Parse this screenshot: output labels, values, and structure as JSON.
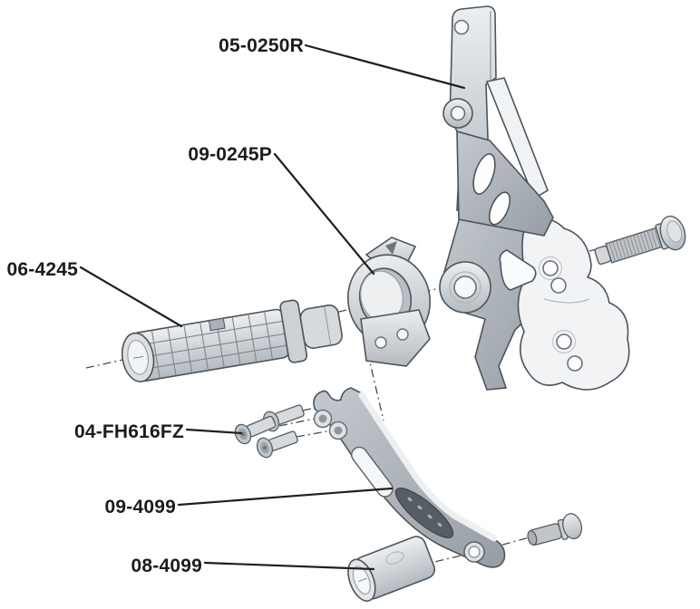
{
  "diagram": {
    "type": "exploded-parts-diagram",
    "subject": "motorcycle rearset footpeg bracket assembly",
    "background": "#ffffff",
    "labels": [
      {
        "id": "05-0250R",
        "text": "05-0250R",
        "points_to": "tall-mounting-bracket"
      },
      {
        "id": "09-0245P",
        "text": "09-0245P",
        "points_to": "peg-clamp-collar"
      },
      {
        "id": "06-4245",
        "text": "06-4245",
        "points_to": "knurled-footpeg"
      },
      {
        "id": "04-FH616FZ",
        "text": "04-FH616FZ",
        "points_to": "flat-head-screws"
      },
      {
        "id": "09-4099",
        "text": "09-4099",
        "points_to": "shift-lever-arm"
      },
      {
        "id": "08-4099",
        "text": "08-4099",
        "points_to": "spacer-cylinder"
      }
    ],
    "unlabeled_parts": [
      "large-threaded-bolt",
      "small-button-bolt"
    ],
    "colors": {
      "outline": "#4d545b",
      "metal_light": "#f1f3f5",
      "metal_mid": "#c7ccd1",
      "metal_dark": "#9aa1a7",
      "label_text": "#1c1c1e",
      "leader_line": "#1f1f1f",
      "centerline": "#4a4a4a",
      "engraving": "#565d64"
    }
  }
}
